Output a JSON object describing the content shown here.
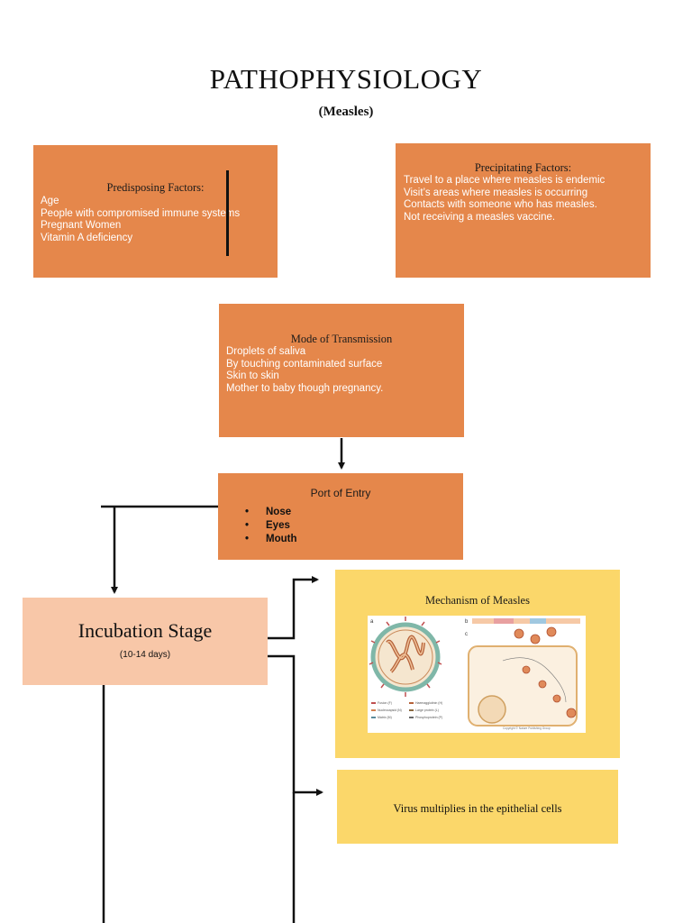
{
  "title": "PATHOPHYSIOLOGY",
  "subtitle": "(Measles)",
  "predisposing": {
    "title": "Predisposing Factors:",
    "items": [
      "Age",
      "People with compromised immune systems",
      "Pregnant Women",
      "Vitamin A deficiency"
    ]
  },
  "precipitating": {
    "title": "Precipitating Factors:",
    "items": [
      "Travel to a place where measles is endemic",
      "Visit’s areas where measles is occurring",
      "Contacts with someone who has measles.",
      "Not receiving a measles vaccine."
    ]
  },
  "mode": {
    "title": "Mode of Transmission",
    "items": [
      "Droplets of saliva",
      "By touching contaminated surface",
      "Skin to skin",
      "Mother to baby though pregnancy."
    ]
  },
  "port": {
    "title": "Port of Entry",
    "items": [
      "Nose",
      "Eyes",
      "Mouth"
    ]
  },
  "incubation": {
    "title": "Incubation Stage",
    "duration": "(10-14 days)"
  },
  "mechanism": {
    "title": "Mechanism of Measles",
    "figure": "measles virus structure and replication cycle illustration"
  },
  "virus": {
    "text": "Virus multiplies in the epithelial cells"
  },
  "colors": {
    "orange": "#e5874b",
    "yellow": "#fbd76a",
    "peach": "#f8c7a8"
  }
}
